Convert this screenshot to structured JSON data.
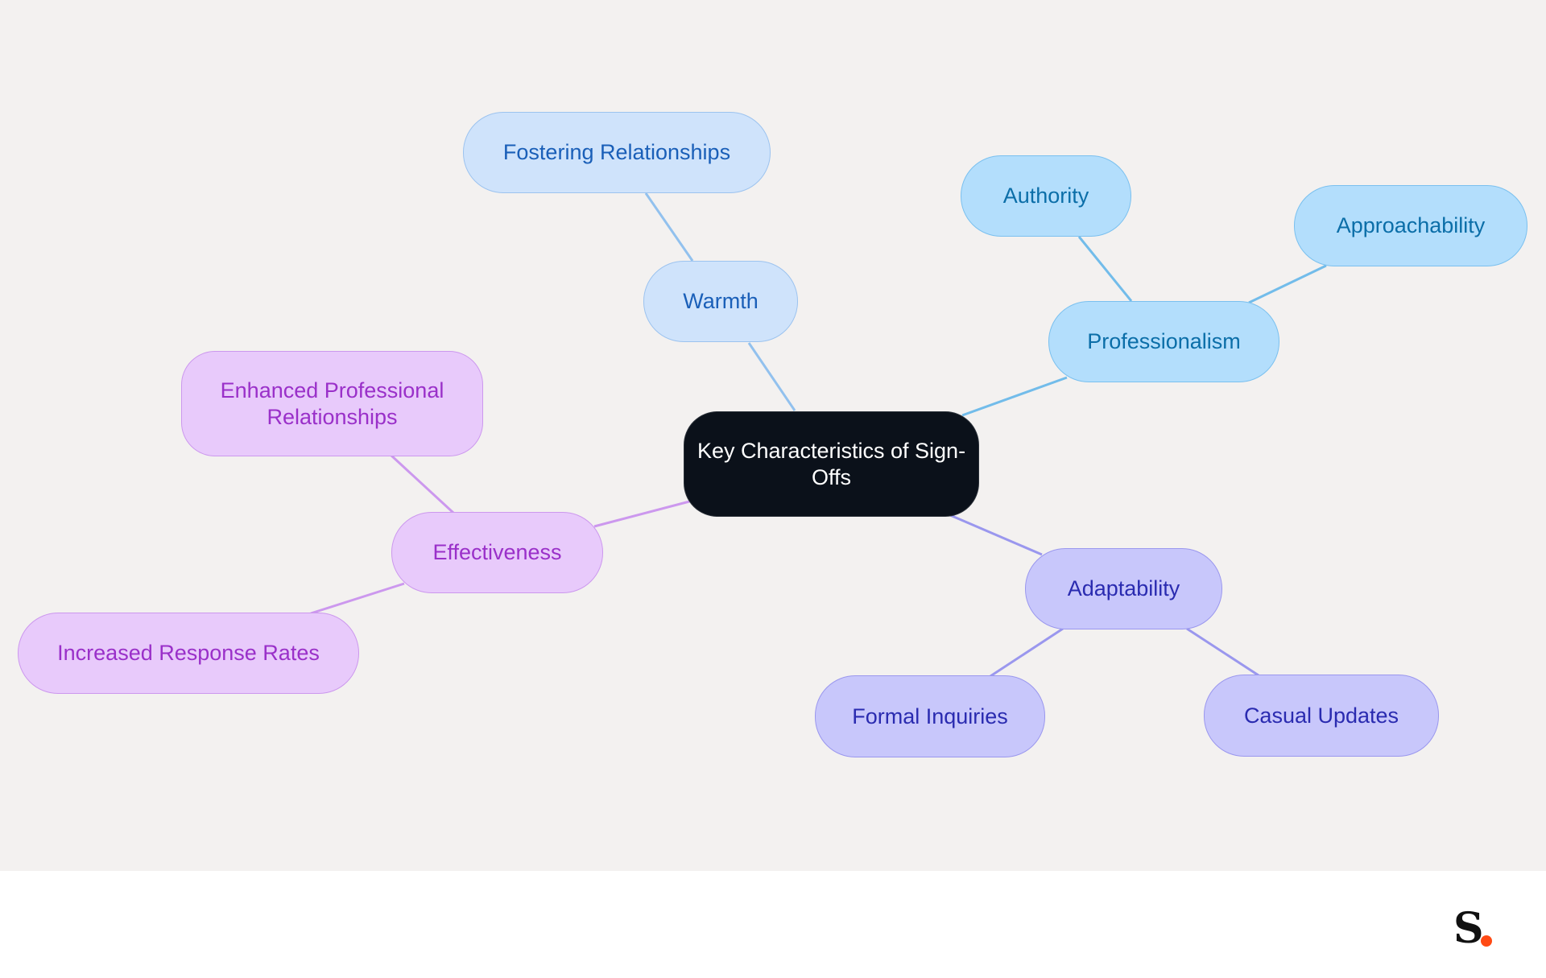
{
  "mindmap": {
    "root": "Key Characteristics of Sign-Offs",
    "branches": [
      {
        "label": "Warmth",
        "children": [
          "Fostering Relationships"
        ]
      },
      {
        "label": "Professionalism",
        "children": [
          "Authority",
          "Approachability"
        ]
      },
      {
        "label": "Adaptability",
        "children": [
          "Formal Inquiries",
          "Casual Updates"
        ]
      },
      {
        "label": "Effectiveness",
        "children": [
          "Enhanced Professional Relationships",
          "Increased Response Rates"
        ]
      }
    ]
  },
  "colors": {
    "canvas_bg": "#f3f1f0",
    "root_bg": "#0b111a",
    "warmth_link": "#92c1ee",
    "professionalism_link": "#72bcea",
    "adaptability_link": "#9a97ee",
    "effectiveness_link": "#cc98ee",
    "logo_dot": "#ff4a14"
  },
  "logo": {
    "letter": "S",
    "name": "logo-icon"
  }
}
